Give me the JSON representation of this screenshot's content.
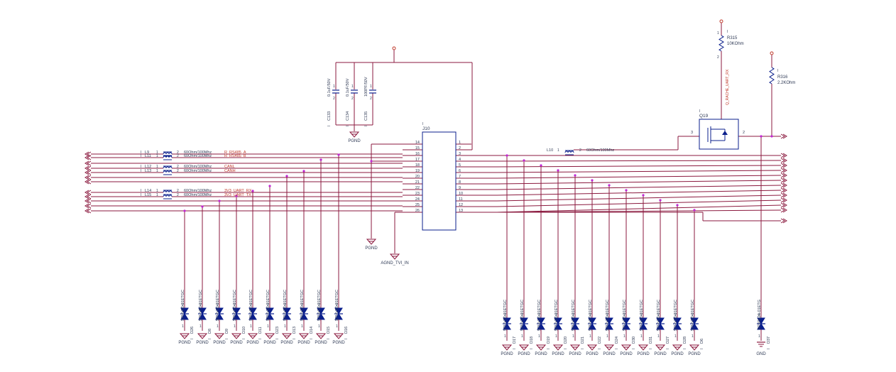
{
  "colors": {
    "wire": "#8b1a3f",
    "part": "#0b1f8c",
    "label": "#c0392b",
    "text": "#2f3a55",
    "junction": "#c026d3",
    "vcc": "#c0392b"
  },
  "connector": {
    "designator": "J10",
    "left_pins": [
      "14",
      "15",
      "16",
      "17",
      "18",
      "19",
      "20",
      "21",
      "22",
      "23",
      "24",
      "25",
      "26"
    ],
    "right_pins": [
      "1",
      "2",
      "3",
      "4",
      "5",
      "6",
      "7",
      "8",
      "9",
      "10",
      "11",
      "12",
      "13"
    ]
  },
  "inductors": [
    {
      "ref": "L9",
      "p1": "1",
      "p2": "2",
      "value": "60Ohm/100Mhz",
      "net": "R_RS485_A"
    },
    {
      "ref": "L11",
      "p1": "1",
      "p2": "2",
      "value": "60Ohm/100Mhz",
      "net": "R_RS485_B"
    },
    {
      "ref": "L12",
      "p1": "1",
      "p2": "2",
      "value": "60Ohm/100Mhz",
      "net": "CANL"
    },
    {
      "ref": "L13",
      "p1": "1",
      "p2": "2",
      "value": "60Ohm/100Mhz",
      "net": "CANH"
    },
    {
      "ref": "L14",
      "p1": "1",
      "p2": "2",
      "value": "60Ohm/100Mhz",
      "net": "3V3_UART_RX"
    },
    {
      "ref": "L15",
      "p1": "1",
      "p2": "2",
      "value": "60Ohm/100Mhz",
      "net": "3V3_UART_TX"
    }
  ],
  "l10": {
    "ref": "L10",
    "p1": "1",
    "p2": "2",
    "value": "60Ohm/100Mhz"
  },
  "capacitors": [
    {
      "ref": "C133",
      "value": "0.1uF/50V",
      "p1": "1",
      "p2": "2"
    },
    {
      "ref": "C134",
      "value": "0.1uF/50V",
      "p1": "1",
      "p2": "2"
    },
    {
      "ref": "C135",
      "value": "100PF/50V",
      "p1": "1",
      "p2": "2"
    }
  ],
  "resistors": [
    {
      "ref": "R315",
      "value": "10KOhm",
      "p1": "1",
      "p2": "2",
      "net": "Q_RACHE_UART_RX"
    },
    {
      "ref": "R316",
      "value": "2.2KOhm",
      "p1": "1",
      "p2": "2"
    }
  ],
  "mosfet": {
    "ref": "Q19",
    "pin_gate": "3",
    "pin_drain": "2"
  },
  "tvs_left": [
    {
      "ref": "D26",
      "part": "SPHV36-01ETGC",
      "p1": "1",
      "p2": "2"
    },
    {
      "ref": "D8",
      "part": "SPHV36-01ETGC",
      "p1": "1",
      "p2": "2"
    },
    {
      "ref": "D9",
      "part": "SPHV36-01ETGC",
      "p1": "1",
      "p2": "2"
    },
    {
      "ref": "D10",
      "part": "SPHV36-01ETGC",
      "p1": "1",
      "p2": "2"
    },
    {
      "ref": "D11",
      "part": "SPHV36-01ETGC",
      "p1": "1",
      "p2": "2"
    },
    {
      "ref": "D23",
      "part": "SPHV36-01ETGC",
      "p1": "1",
      "p2": "2"
    },
    {
      "ref": "D13",
      "part": "SPHV36-01ETGC",
      "p1": "1",
      "p2": "2"
    },
    {
      "ref": "D14",
      "part": "SPHV36-01ETGC",
      "p1": "1",
      "p2": "2"
    },
    {
      "ref": "D15",
      "part": "SPHV36-01ETGC",
      "p1": "1",
      "p2": "2"
    },
    {
      "ref": "D16",
      "part": "SPHV36-01ETGC",
      "p1": "1",
      "p2": "2"
    }
  ],
  "tvs_right": [
    {
      "ref": "D17",
      "part": "SPHV36-01ETGC",
      "p1": "1",
      "p2": "2"
    },
    {
      "ref": "D18",
      "part": "SPHV36-01ETGC",
      "p1": "1",
      "p2": "2"
    },
    {
      "ref": "D19",
      "part": "SPHV36-01ETGC",
      "p1": "1",
      "p2": "2"
    },
    {
      "ref": "D20",
      "part": "SPHV36-01ETGC",
      "p1": "1",
      "p2": "2"
    },
    {
      "ref": "D21",
      "part": "SPHV36-01ETGC",
      "p1": "1",
      "p2": "2"
    },
    {
      "ref": "D22",
      "part": "SPHV36-01ETGC",
      "p1": "1",
      "p2": "2"
    },
    {
      "ref": "D24",
      "part": "SPHV36-01ETGC",
      "p1": "1",
      "p2": "2"
    },
    {
      "ref": "D30",
      "part": "SPHV36-01ETGC",
      "p1": "1",
      "p2": "2"
    },
    {
      "ref": "D31",
      "part": "SPHV36-01ETGC",
      "p1": "1",
      "p2": "2"
    },
    {
      "ref": "D27",
      "part": "SPHV36-01ETGC",
      "p1": "1",
      "p2": "2"
    },
    {
      "ref": "D28",
      "part": "SPHV36-01ETGC",
      "p1": "1",
      "p2": "2"
    },
    {
      "ref": "D6",
      "part": "SPHV36-01ETGC",
      "p1": "1",
      "p2": "2"
    }
  ],
  "tvs_single": {
    "ref": "D37",
    "part": "SPX0024-01ETG",
    "p1": "1",
    "p2": "2"
  },
  "ground_labels": {
    "pgnd": "PGND",
    "agnd_tvi": "AGND_TVI_IN",
    "gnd": "GND",
    "marker": "I"
  }
}
